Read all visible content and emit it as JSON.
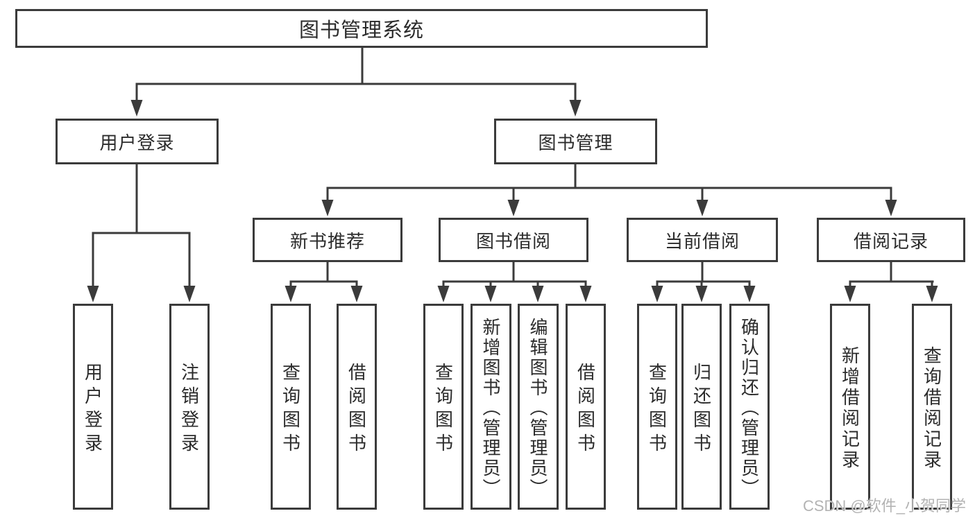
{
  "diagram": {
    "type": "hierarchy-flowchart",
    "tree": {
      "label": "图书管理系统",
      "children": [
        {
          "label": "用户登录",
          "children": [
            {
              "label": "用户登录"
            },
            {
              "label": "注销登录"
            }
          ]
        },
        {
          "label": "图书管理",
          "children": [
            {
              "label": "新书推荐",
              "children": [
                {
                  "label": "查询图书"
                },
                {
                  "label": "借阅图书"
                }
              ]
            },
            {
              "label": "图书借阅",
              "children": [
                {
                  "label": "查询图书"
                },
                {
                  "label": "新增图书（管理员）"
                },
                {
                  "label": "编辑图书（管理员）"
                },
                {
                  "label": "借阅图书"
                }
              ]
            },
            {
              "label": "当前借阅",
              "children": [
                {
                  "label": "查询图书"
                },
                {
                  "label": "归还图书"
                },
                {
                  "label": "确认归还（管理员）"
                }
              ]
            },
            {
              "label": "借阅记录",
              "children": [
                {
                  "label": "新增借阅记录"
                },
                {
                  "label": "查询借阅记录"
                }
              ]
            }
          ]
        }
      ]
    }
  },
  "watermark": "CSDN @软件_小贺同学",
  "colors": {
    "line": "#3b3b3b",
    "box_fill": "#ffffff",
    "text": "#2b2b2b",
    "watermark": "#b3b3b3",
    "background": "#ffffff"
  }
}
